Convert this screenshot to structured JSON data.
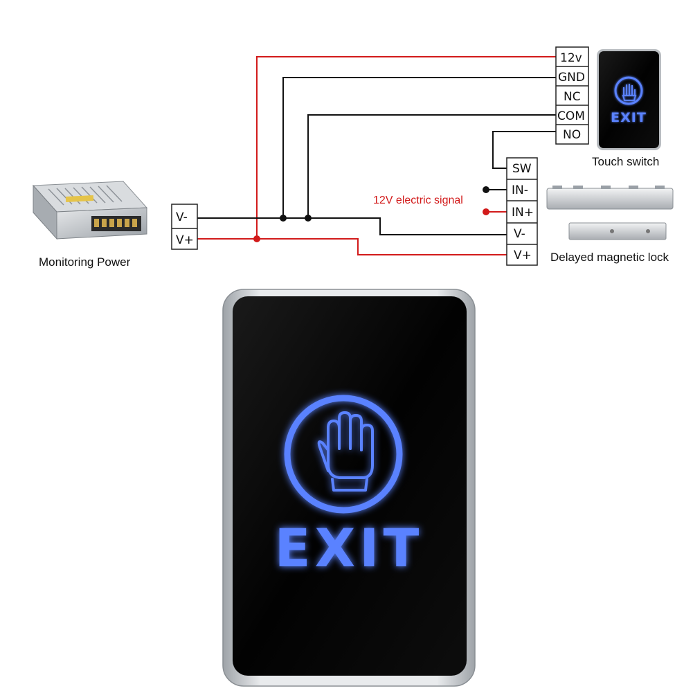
{
  "colors": {
    "wire_black": "#111111",
    "wire_red": "#d21a1a",
    "signal_text": "#d21a1a",
    "glow_blue": "#5a82ff",
    "plate_black": "#050505",
    "frame_silver": "#c8ccd0"
  },
  "power_supply": {
    "label": "Monitoring Power",
    "terminals": [
      "V-",
      "V+"
    ]
  },
  "touch_switch": {
    "label": "Touch switch",
    "terminals": [
      "12v",
      "GND",
      "NC",
      "COM",
      "NO"
    ],
    "button_text": "EXIT",
    "icon": "hand-icon"
  },
  "magnetic_lock": {
    "label": "Delayed magnetic lock",
    "terminals": [
      "SW",
      "IN-",
      "IN+",
      "V-",
      "V+"
    ]
  },
  "signal_label": "12V electric signal",
  "product_closeup": {
    "button_text": "EXIT",
    "icon": "hand-icon"
  }
}
